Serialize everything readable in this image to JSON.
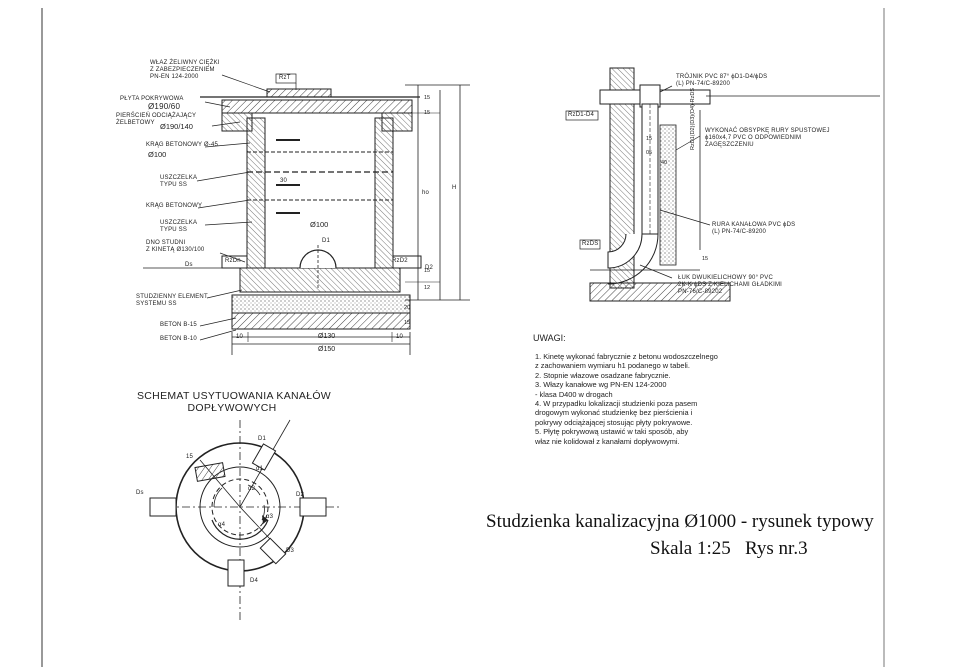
{
  "left_section": {
    "labels": {
      "wlaz": [
        "WŁAZ ŻELIWNY CIĘŻKI",
        "Z ZABEZPIECZENIEM",
        "PN-EN 124-2000"
      ],
      "plyta": [
        "PŁYTA POKRYWOWA",
        "Ø190/60"
      ],
      "pierscien": [
        "PIERŚCIEŃ ODCIĄŻAJĄCY",
        "ŻELBETOWY"
      ],
      "pierscien_dim": "Ø190/140",
      "krag1": "KRĄG BETONOWY Ø-45",
      "krag1_dim": "Ø100",
      "uszczelka1": [
        "USZCZELKA",
        "TYPU SS"
      ],
      "krag2": "KRĄG BETONOWY",
      "uszczelka2": [
        "USZCZELKA",
        "TYPU SS"
      ],
      "dno": [
        "DNO STUDNI",
        "Z KINETĄ Ø130/100"
      ],
      "ds_left": "Ds",
      "stud_el": [
        "STUDZIENNY ELEMENT",
        "SYSTEMU SS"
      ],
      "beton15": "BETON B-15",
      "beton10": "BETON B-10",
      "rzt": "RzT",
      "rzdn": "RzDn",
      "rzd2": "RzD2",
      "d2": "D2",
      "d1": "D1",
      "inner_dim": "Ø100",
      "v30": "30",
      "d130": "Ø130",
      "d150": "Ø150",
      "dim10a": "10",
      "dim10b": "10",
      "h0": "ho",
      "H": "H",
      "dim15a": "15",
      "dim15b": "15",
      "dim20": "20",
      "dim15c": "15",
      "dim12": "12",
      "dim15d": "15"
    },
    "schema_title": [
      "SCHEMAT USYTUOWANIA KANAŁÓW",
      "DOPŁYWOWYCH"
    ],
    "schema_labels": {
      "d1": "D1",
      "d2": "D2",
      "d3": "D3",
      "d4": "D4",
      "ds": "Ds",
      "a1": "α1",
      "a2": "α2",
      "a3": "α3",
      "a4": "α4",
      "dim15": "15"
    }
  },
  "right_section": {
    "labels": {
      "trojnik": [
        "TRÓJNIK PVC 87° ϕD1-D4/ϕDS",
        "(L) PN-74/C-89200"
      ],
      "rzd1": "RzD1-D4",
      "wykonac": [
        "WYKONAĆ OBSYPKĘ RURY SPUSTOWEJ",
        "ϕ160x4,7 PVC O ODPOWIEDNIM",
        "ZAGĘSZCZENIU"
      ],
      "rura": [
        "RURA KANAŁOWA PVC ϕDS",
        "(L)  PN-74/C-89200"
      ],
      "rzds": "RzDS",
      "luk": [
        "ŁUK DWUKIELICHOWY 90° PVC",
        "2K-K ϕDS Z KIELICHAMI GŁADKIMI",
        "PN-76/C-89202"
      ],
      "vert_label": "RzD1(D2)(D3)(D4)-RzDS",
      "d40": "40",
      "d05": "05",
      "d15": "15",
      "d15b": "15"
    }
  },
  "notes": {
    "header": "UWAGI:",
    "lines": [
      "1. Kinetę wykonać fabrycznie z betonu wodoszczelnego",
      "    z zachowaniem wymiaru h1 podanego w tabeli.",
      "2. Stopnie włazowe osadzane fabrycznie.",
      "3. Włazy kanałowe wg PN-EN 124-2000",
      "    - klasa D400 w drogach",
      "4. W przypadku lokalizacji studzienki poza pasem",
      "drogowym wykonać studzienkę bez pierścienia i",
      "pokrywy  odciążającej stosując płyty pokrywowe.",
      "5. Płytę pokrywową ustawić w taki sposób, aby",
      "właz nie kolidował z  kanałami dopływowymi."
    ]
  },
  "title_block": {
    "title": "Studzienka kanalizacyjna Ø1000 - rysunek typowy",
    "scale": "Skala 1:25",
    "rys": "Rys nr.3"
  }
}
